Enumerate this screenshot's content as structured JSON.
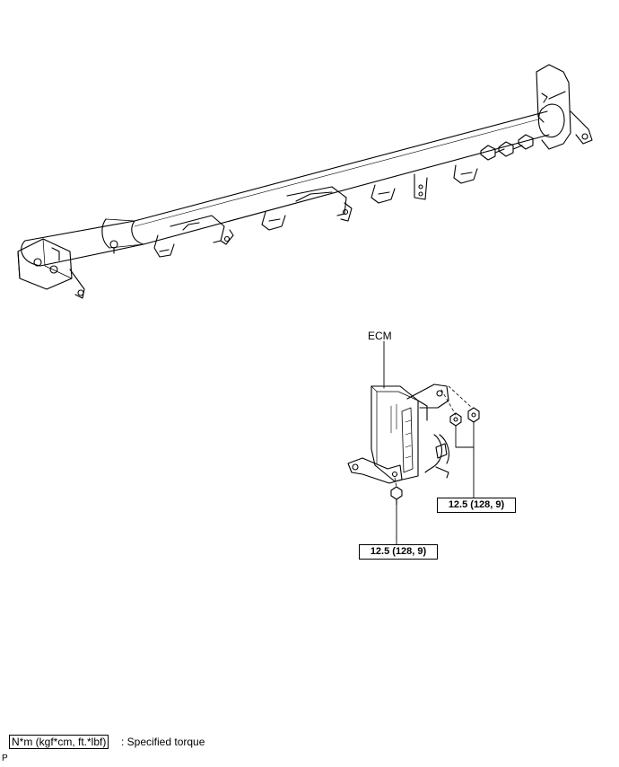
{
  "labels": {
    "ecm": "ECM",
    "torque_1": "12.5 (128, 9)",
    "torque_2": "12.5 (128, 9)",
    "legend_units": "N*m (kgf*cm, ft.*lbf)",
    "legend_text": ": Specified torque",
    "corner_code": "P"
  }
}
